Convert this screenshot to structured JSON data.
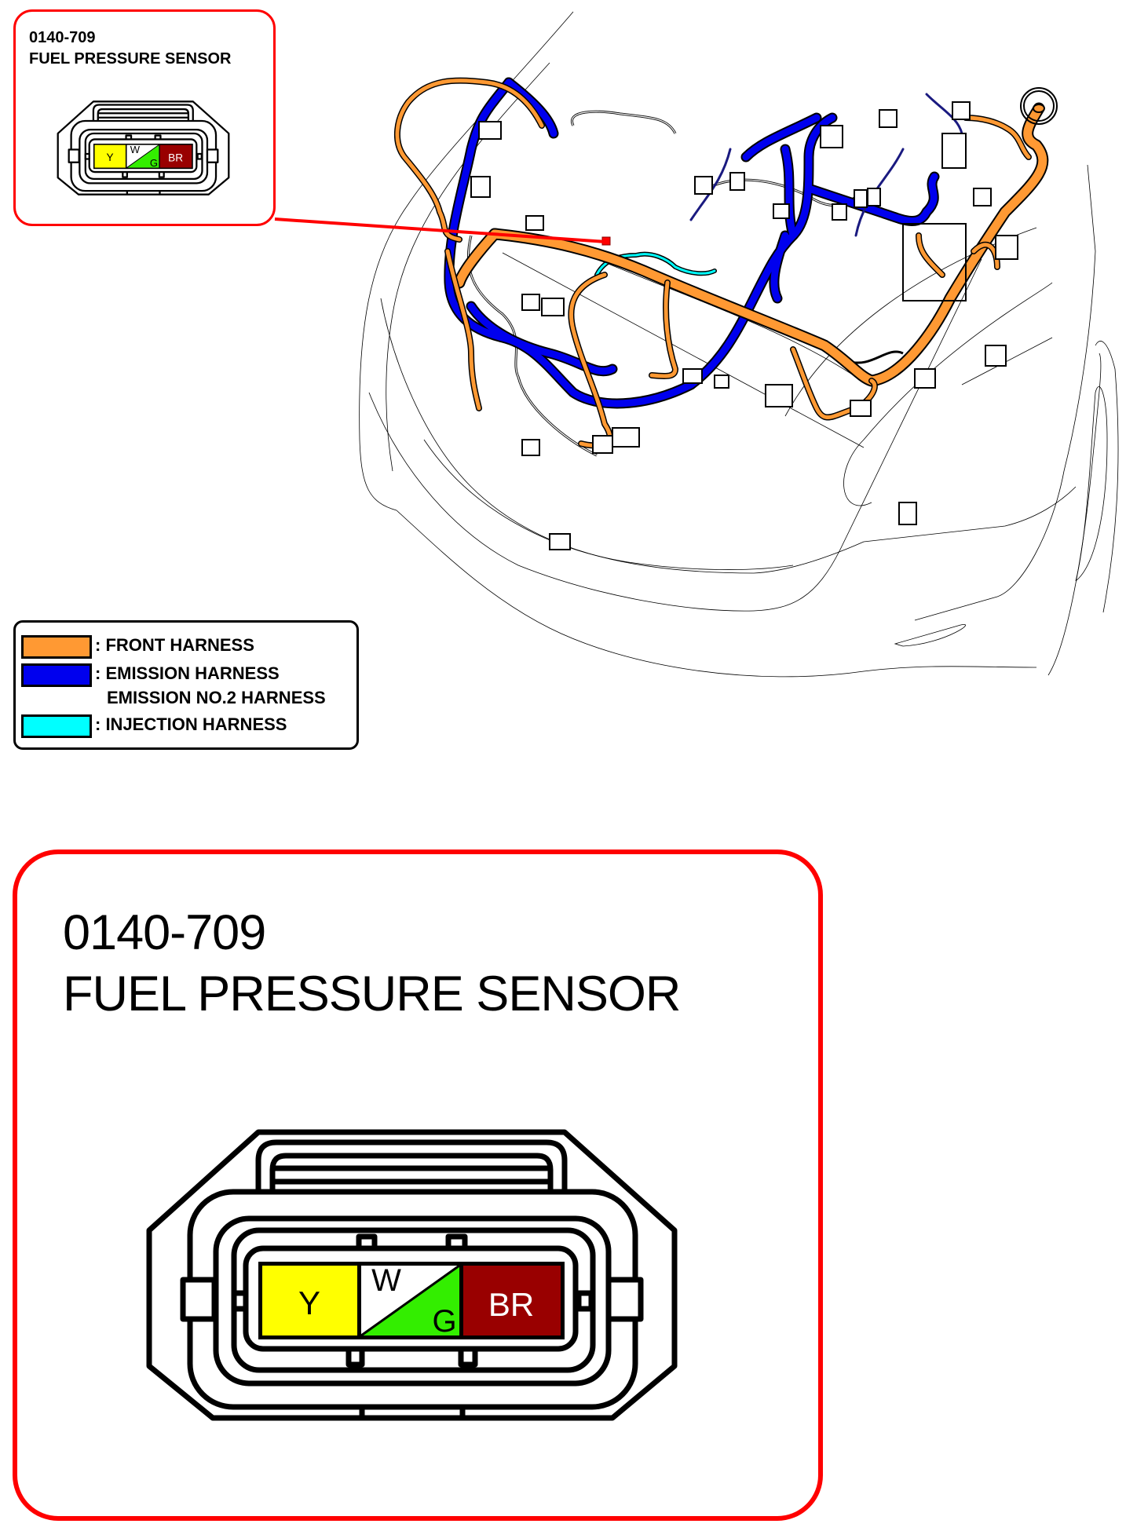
{
  "connector": {
    "code": "0140-709",
    "name": "FUEL PRESSURE SENSOR",
    "pins": [
      {
        "label": "Y",
        "color": "#ffff00",
        "text_color": "#000000"
      },
      {
        "label_top": "W",
        "label_bottom": "G",
        "color_top": "#ffffff",
        "color_bottom": "#33ee00",
        "text_color": "#000000"
      },
      {
        "label": "BR",
        "color": "#990000",
        "text_color": "#ffffff"
      }
    ]
  },
  "callout_color": "#ff0000",
  "legend": {
    "items": [
      {
        "color": "#ff9933",
        "lines": [
          ": FRONT HARNESS"
        ]
      },
      {
        "color": "#0000ee",
        "lines": [
          ": EMISSION HARNESS",
          "EMISSION NO.2 HARNESS"
        ]
      },
      {
        "color": "#00ffff",
        "lines": [
          ": INJECTION HARNESS"
        ]
      }
    ]
  }
}
